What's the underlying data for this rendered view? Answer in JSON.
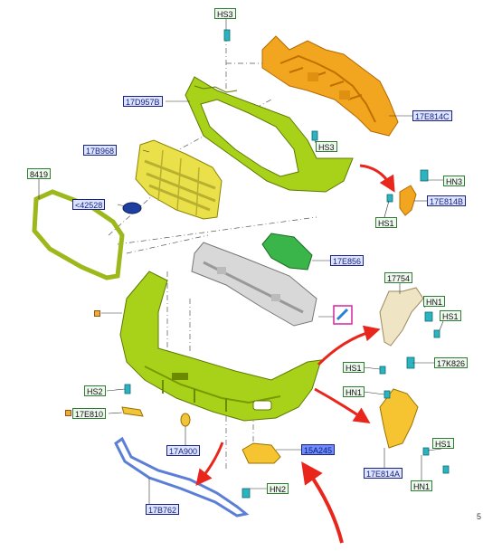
{
  "labels": {
    "hs3_top": "HS3",
    "l17d957b": "17D957B",
    "l17e814c": "17E814C",
    "hs3_mid": "HS3",
    "l17b968": "17B968",
    "hn3": "HN3",
    "l17e814b": "17E814B",
    "hs1_right": "HS1",
    "l8419": "8419",
    "l42528": "<42528",
    "l17e856": "17E856",
    "l17754": "17754",
    "hn1_a": "HN1",
    "hs1_a": "HS1",
    "hs1_b": "HS1",
    "l17k826": "17K826",
    "hn1_b": "HN1",
    "hs2": "HS2",
    "l17e810": "17E810",
    "l17a900": "17A900",
    "l15a245": "15A245",
    "hs1_c": "HS1",
    "l17e814a": "17E814A",
    "hn1_c": "HN1",
    "hn2": "HN2",
    "l17b762": "17B762"
  },
  "page_mark": "5",
  "colors": {
    "bumper_green": "#a8d21a",
    "support_orange": "#f2a51e",
    "grille_yellow": "#e9e04a",
    "bracket_beige": "#efe4c4",
    "arrow_red": "#e8261c",
    "clip_teal": "#2bb3c0",
    "tow_eye_blue": "#5b7fd6",
    "callout_green_border": "#2e7d32",
    "callout_blue_border": "#1a237e"
  }
}
